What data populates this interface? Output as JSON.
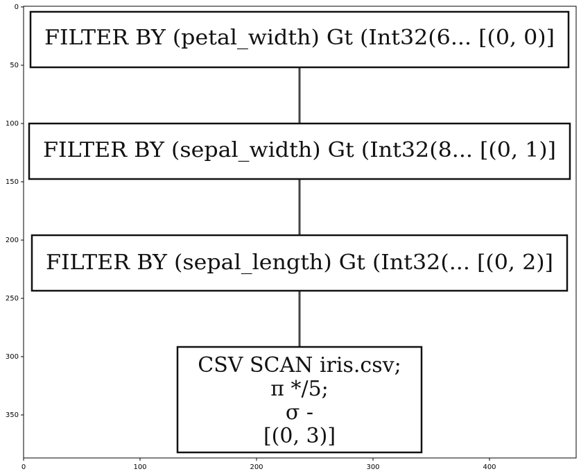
{
  "diagram": {
    "nodes": [
      {
        "id": "n0",
        "label": "FILTER BY (petal_width) Gt (Int32(6... [(0, 0)]"
      },
      {
        "id": "n1",
        "label": "FILTER BY (sepal_width) Gt (Int32(8... [(0, 1)]"
      },
      {
        "id": "n2",
        "label": "FILTER BY (sepal_length) Gt (Int32(... [(0, 2)]"
      },
      {
        "id": "n3",
        "lines": [
          "CSV SCAN iris.csv;",
          "π */5;",
          "σ -",
          "[(0, 3)]"
        ]
      }
    ],
    "edges": [
      {
        "from": "n0",
        "to": "n1"
      },
      {
        "from": "n1",
        "to": "n2"
      },
      {
        "from": "n2",
        "to": "n3"
      }
    ]
  },
  "axes": {
    "x_ticks": [
      "0",
      "100",
      "200",
      "300",
      "400"
    ],
    "y_ticks": [
      "0",
      "50",
      "100",
      "150",
      "200",
      "250",
      "300",
      "350"
    ]
  },
  "colors": {
    "border": "#111111",
    "edge": "#444444",
    "text": "#111111"
  }
}
